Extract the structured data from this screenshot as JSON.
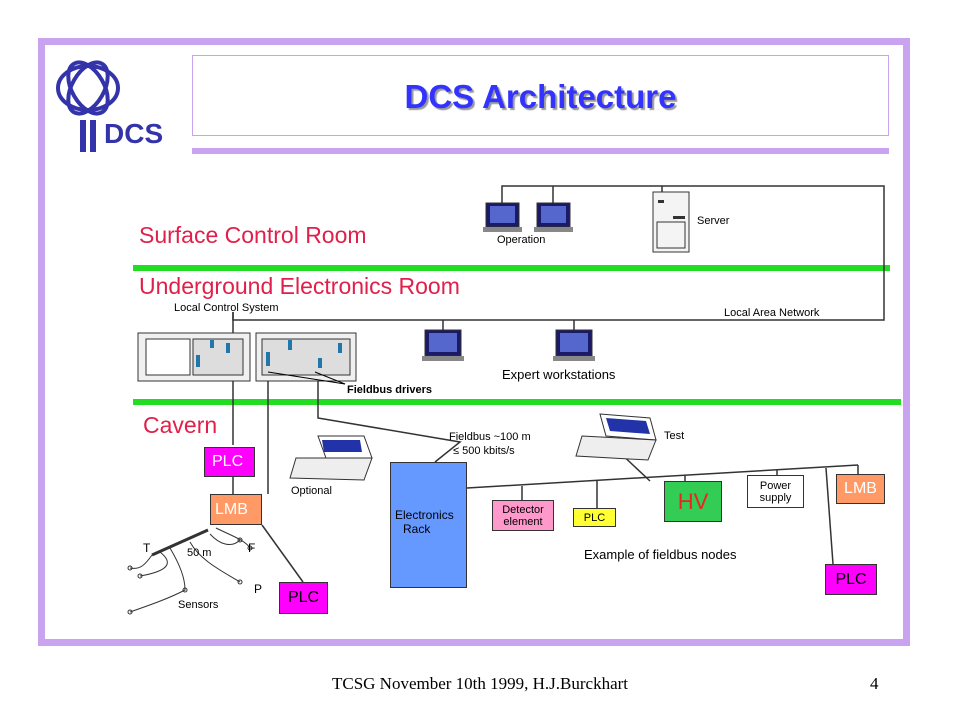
{
  "slide": {
    "title": "DCS Architecture",
    "logo_text": "DCS",
    "footer": "TCSG November 10th 1999,  H.J.Burckhart",
    "page_number": "4"
  },
  "diagram": {
    "rooms": {
      "surface": "Surface Control Room",
      "underground": "Underground Electronics Room",
      "cavern": "Cavern"
    },
    "labels": {
      "operation": "Operation",
      "server": "Server",
      "local_control_system": "Local Control System",
      "local_area_network": "Local Area Network",
      "expert_workstations": "Expert workstations",
      "fieldbus_drivers": "Fieldbus drivers",
      "fieldbus_length": "Fieldbus ~100 m",
      "fieldbus_speed": "≤ 500 kbits/s",
      "test": "Test",
      "optional": "Optional",
      "electronics_rack_1": "Electronics",
      "electronics_rack_2": "Rack",
      "detector_element_1": "Detector",
      "detector_element_2": "element",
      "plc_small": "PLC",
      "hv": "HV",
      "power_supply_1": "Power",
      "power_supply_2": "supply",
      "lmb_right": "LMB",
      "plc_right": "PLC",
      "example": "Example of fieldbus nodes",
      "plc_left_top": "PLC",
      "lmb_left": "LMB",
      "plc_left_bottom": "PLC",
      "sensor_t": "T",
      "sensor_f": "F",
      "sensor_p": "P",
      "sensor_dist": "50 m",
      "sensors": "Sensors"
    },
    "colors": {
      "frame": "#c9a2f0",
      "title": "#3333ff",
      "room_label": "#e0204a",
      "separator": "#22dd22",
      "plc_magenta": "#ff00ff",
      "lmb_orange": "#ff9966",
      "rack_blue": "#6699ff",
      "detector_pink": "#ff99cc",
      "plc_yellow": "#ffff33",
      "hv_green": "#33cc55"
    }
  }
}
